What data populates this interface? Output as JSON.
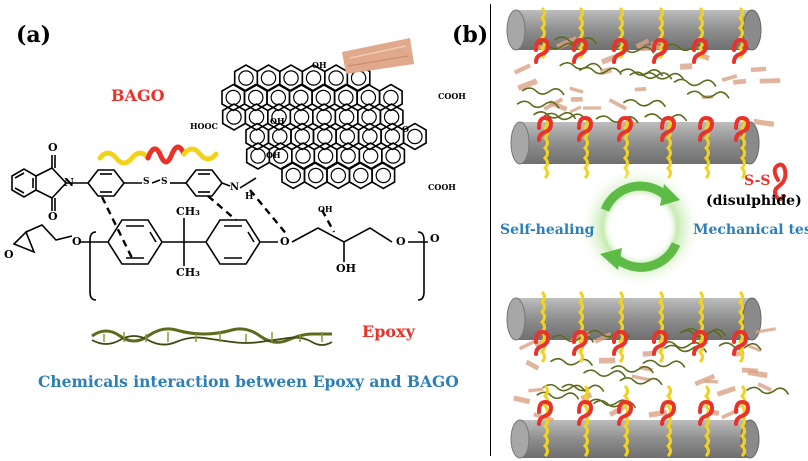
{
  "panel_a": {
    "label": "(a)",
    "bago_label": "BAGO",
    "epoxy_label": "Epoxy",
    "caption": "Chemicals interaction between Epoxy and BAGO",
    "atoms": {
      "o_top": "O",
      "o_bottom": "O",
      "n_imide": "N",
      "s1": "S",
      "s2": "S",
      "n_amine": "N",
      "h_amine": "H",
      "ch3_top": "CH₃",
      "ch3_bottom": "CH₃",
      "o_epox": "O",
      "o_ring": "O",
      "o_ether1": "O",
      "o_ether2": "O",
      "oh_chain": "OH",
      "o_end": "O",
      "go_oh_top": "OH",
      "go_oh_center": "OH",
      "go_oh_left": "OH",
      "go_oh_bottom": "OH",
      "go_hooc": "HOOC",
      "go_cooh_top": "COOH",
      "go_cooh_bottom": "COOH",
      "go_o_epoxide": "O"
    }
  },
  "panel_b": {
    "label": "(b)",
    "ss_label": "S-S",
    "ss_note": "(disulphide)",
    "left_process": "Self-healing",
    "right_process": "Mechanical test"
  },
  "colors": {
    "red": "#e8322a",
    "blue": "#2c7fb8",
    "yellow": "#f2d31b",
    "cylinder": "#8c8c8c",
    "epoxy_strand": "#5d6b1d",
    "go_sheet": "#d9a285",
    "arrow_green": "#5dbb46"
  }
}
